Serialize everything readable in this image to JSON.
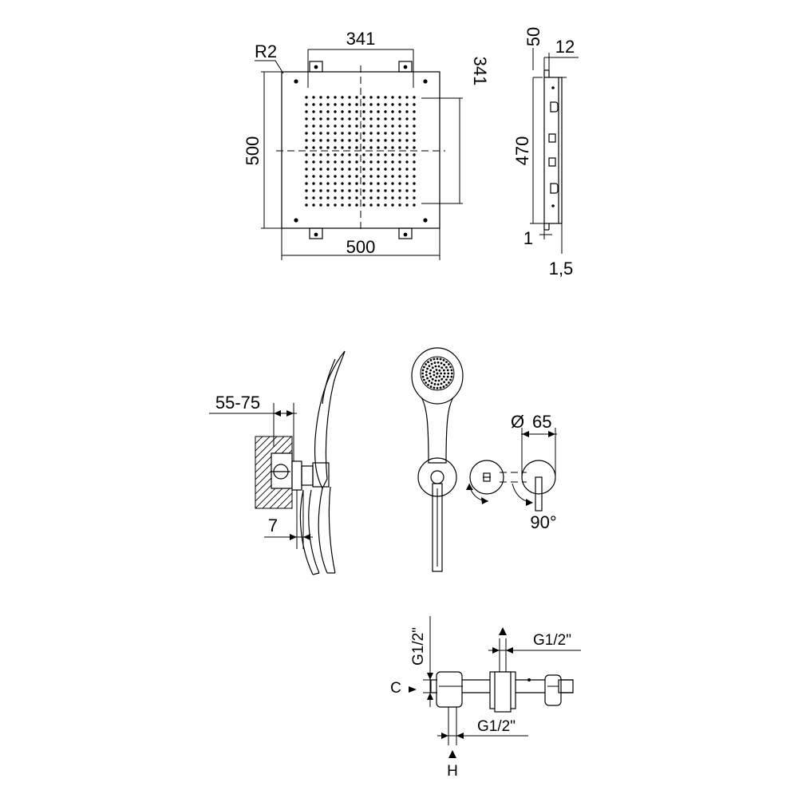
{
  "labels": {
    "radius": "R2",
    "top_width_inner": "341",
    "right_height_inner": "341",
    "left_height": "500",
    "bottom_width": "500",
    "side_top_depth": "50",
    "side_top_thickness": "12",
    "side_height": "470",
    "side_bottom_left": "1",
    "side_bottom_right": "1,5",
    "wall_depth": "55-75",
    "wall_gap": "7",
    "diameter_symbol": "Ø",
    "diameter": "65",
    "rotation": "90°",
    "valve_top_thread": "G1/2\"",
    "valve_left_thread": "G1/2\"",
    "valve_bottom_thread": "G1/2\"",
    "cold_inlet": "C",
    "hot_inlet": "H"
  }
}
